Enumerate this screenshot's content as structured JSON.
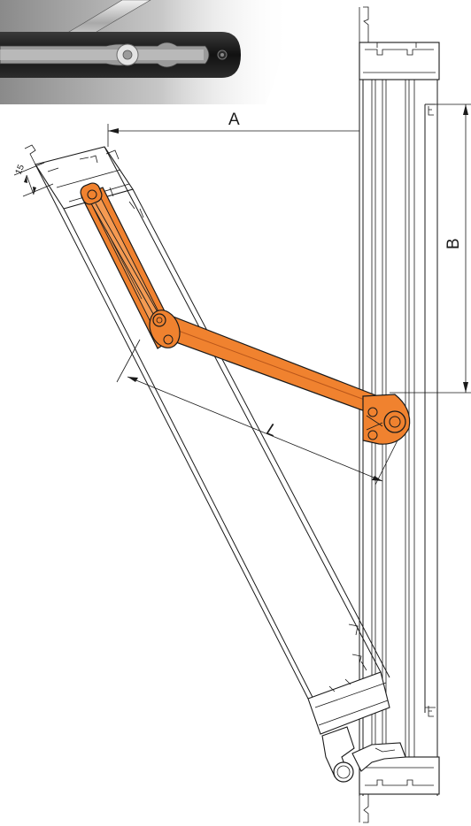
{
  "dimensions": {
    "a_label": "A",
    "b_label": "B",
    "l_label": "L",
    "offset_label": "15"
  },
  "colors": {
    "arm": "#f0822f",
    "arm_dark": "#b9561a",
    "line": "#1a1a1a",
    "photo_dark": "#1c1c1c"
  }
}
